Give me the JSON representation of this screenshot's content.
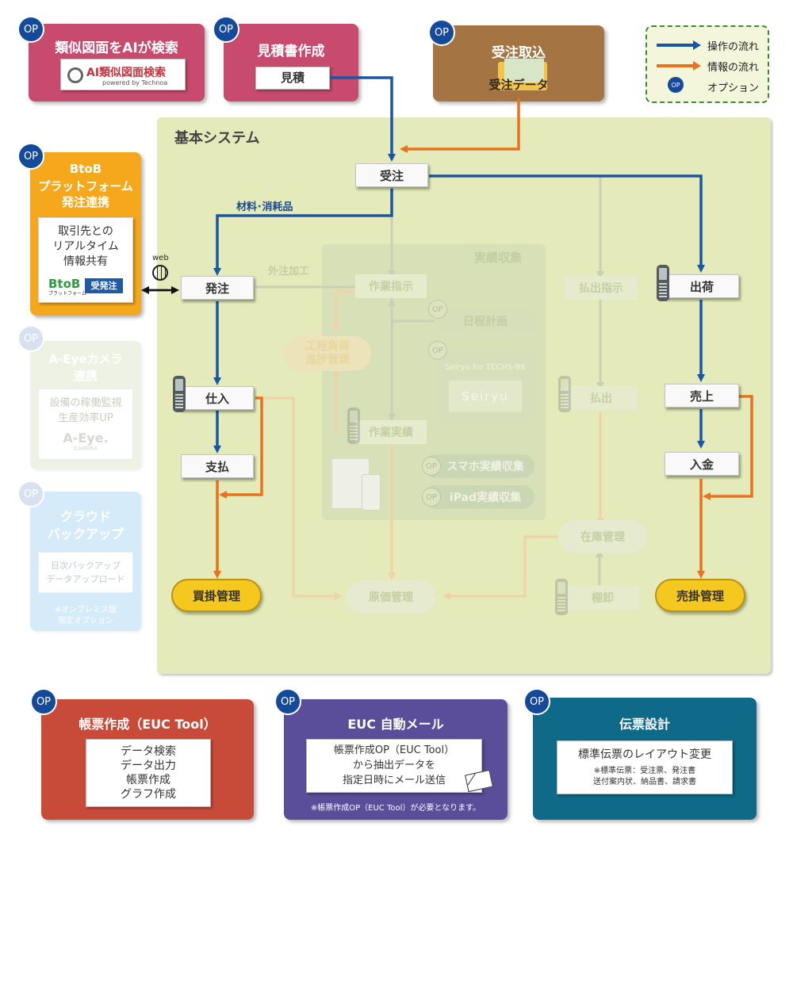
{
  "colors": {
    "operation_flow": "#1a56a3",
    "info_flow": "#e8731e",
    "op_badge": "#154a9a",
    "basic_system_bg": "#e4eab9"
  },
  "op_label": "OP",
  "legend": {
    "operation": "操作の流れ",
    "info": "情報の流れ",
    "option": "オプション"
  },
  "ai_search": {
    "title": "類似図面をAIが検索",
    "logo_text": "AI類似図面検索",
    "logo_sub": "powered by Technoa"
  },
  "estimate": {
    "title": "見積書作成",
    "button": "見積"
  },
  "order_import": {
    "title": "受注取込",
    "folder": "受注データ"
  },
  "btob": {
    "title_lines": [
      "BtoB",
      "プラットフォーム",
      "発注連携"
    ],
    "body_lines": [
      "取引先との",
      "リアルタイム",
      "情報共有"
    ],
    "logo_text": "BtoB",
    "logo_sub": "プラットフォーム",
    "logo_badge": "受発注",
    "web": "web"
  },
  "aeye": {
    "title_lines": [
      "A-Eyeカメラ",
      "連携"
    ],
    "body_lines": [
      "設備の稼働監視",
      "生産効率UP"
    ],
    "logo": "A-Eye.",
    "logo_sub": "CAMERA"
  },
  "cloud": {
    "title_lines": [
      "クラウド",
      "バックアップ"
    ],
    "body_lines": [
      "日次バックアップ",
      "データアップロード"
    ],
    "note_lines": [
      "※オンプレミス版",
      "限定オプション"
    ]
  },
  "basic": {
    "title": "基本システム",
    "jisseki_title": "実績収集",
    "materials": "材料･消耗品",
    "outsource": "外注加工",
    "nodes": {
      "juchu": "受注",
      "hacchu": "発注",
      "shiire": "仕入",
      "shiharai": "支払",
      "shukka": "出荷",
      "uriage": "売上",
      "nyukin": "入金",
      "kaikake": "買掛管理",
      "urikake": "売掛管理"
    },
    "faded": {
      "sagyo_shiji": "作業指示",
      "nittei": "日程計画",
      "kotei_lines": [
        "工程負荷",
        "進捗管理"
      ],
      "seiryu_label": "Seiryu for TECHS-BK",
      "seiryu_logo": "Seiryu",
      "sagyo_jisseki": "作業実績",
      "sumaho": "スマホ実績収集",
      "ipad": "iPad実績収集",
      "haraidashi_shiji": "払出指示",
      "haraidashi": "払出",
      "zaiko": "在庫管理",
      "tanaoroshi": "棚卸",
      "genka": "原価管理"
    }
  },
  "euc_tool": {
    "title": "帳票作成（EUC Tool）",
    "body_lines": [
      "データ検索",
      "データ出力",
      "帳票作成",
      "グラフ作成"
    ]
  },
  "euc_mail": {
    "title": "EUC 自動メール",
    "body_lines": [
      "帳票作成OP（EUC Tool）",
      "から抽出データを",
      "指定日時にメール送信"
    ],
    "note": "※帳票作成OP（EUC Tool）が必要となります。"
  },
  "denpyo": {
    "title": "伝票設計",
    "body_line": "標準伝票のレイアウト変更",
    "note_lines": [
      "※標準伝票：受注票、発注書",
      "送付案内状、納品書、請求書"
    ]
  }
}
